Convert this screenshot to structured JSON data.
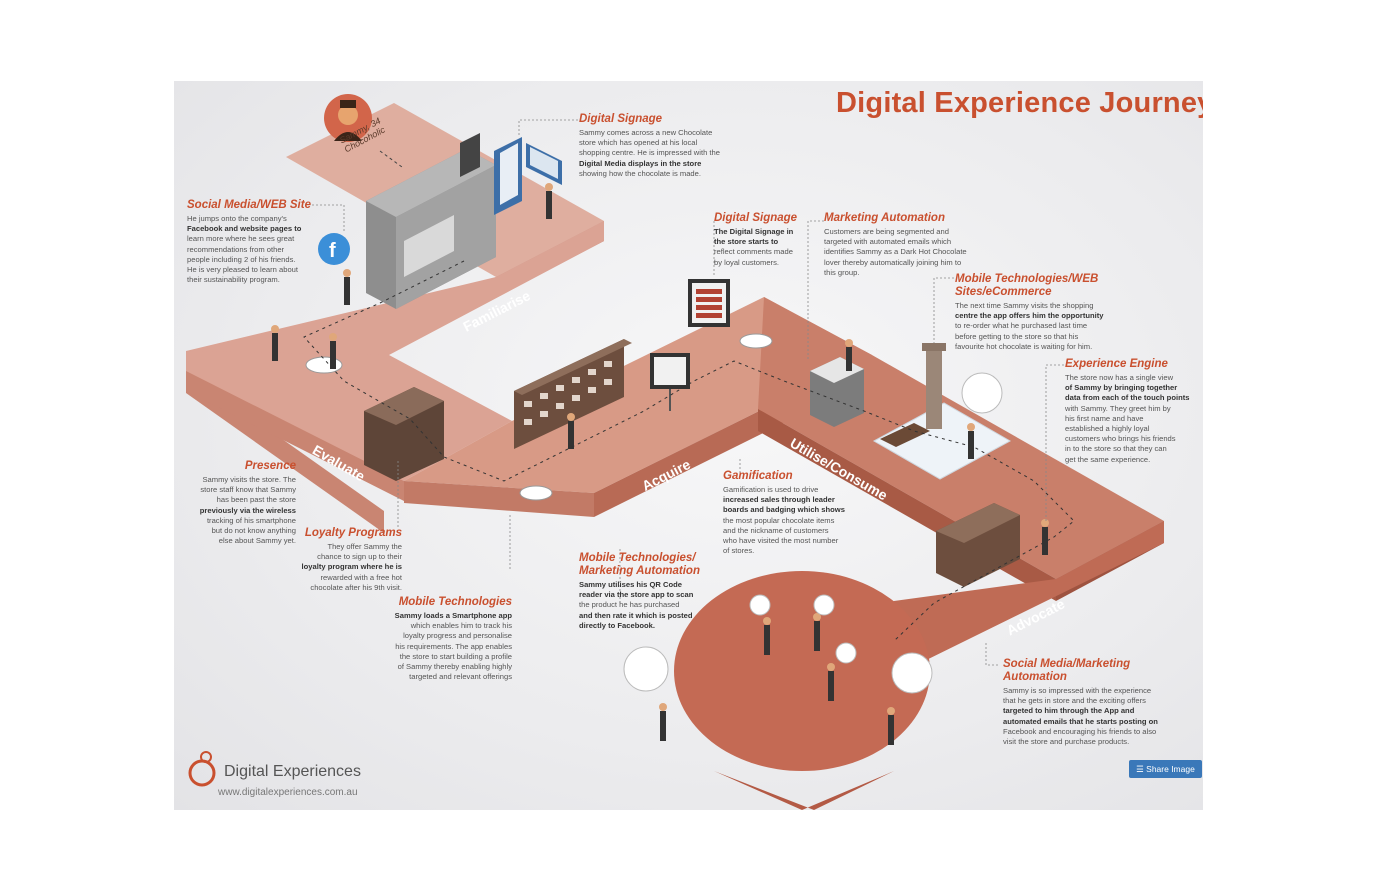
{
  "title": "Digital Experience Journey",
  "persona": {
    "line1": "Sammy, 34",
    "line2": "Chocoholic"
  },
  "stages": [
    "Familiarise",
    "Evaluate",
    "Acquire",
    "Utilise/Consume",
    "Advocate"
  ],
  "callouts": [
    {
      "title": "Digital Signage",
      "body": [
        "Sammy comes across a new Chocolate",
        "store which has opened at his local",
        "shopping centre. He is impressed with the",
        "Digital Media displays in the store",
        "showing how the chocolate is made."
      ]
    },
    {
      "title": "Social Media/WEB Site",
      "body": [
        "He jumps onto the company's",
        "Facebook and website pages to",
        "learn more where he sees great",
        "recommendations from other",
        "people including 2 of his friends.",
        "He is very pleased to learn about",
        "their sustainability program."
      ]
    },
    {
      "title": "Digital Signage",
      "body": [
        "The Digital Signage in",
        "the store starts to",
        "reflect comments made",
        "by loyal customers."
      ]
    },
    {
      "title": "Marketing Automation",
      "body": [
        "Customers are being segmented and",
        "targeted with automated emails which",
        "identifies Sammy as a Dark Hot Chocolate",
        "lover thereby automatically joining him to",
        "this group."
      ]
    },
    {
      "title": "Mobile Technologies/WEB Sites/eCommerce",
      "body": [
        "The next time Sammy visits the shopping",
        "centre the app offers him the opportunity",
        "to re-order what he purchased last time",
        "before getting to the store so that his",
        "favourite hot chocolate is waiting for him."
      ]
    },
    {
      "title": "Experience Engine",
      "body": [
        "The store now has a single view",
        "of Sammy by bringing together",
        "data from each of the touch points",
        "with Sammy. They greet him by",
        "his first name and have",
        "established a highly loyal",
        "customers who brings his friends",
        "in to the store so that they can",
        "get the same experience."
      ]
    },
    {
      "title": "Presence",
      "body": [
        "Sammy visits the store. The",
        "store staff know that Sammy",
        "has been past the store",
        "previously via the wireless",
        "tracking of his smartphone",
        "but do not know anything",
        "else about Sammy yet."
      ]
    },
    {
      "title": "Loyalty Programs",
      "body": [
        "They offer Sammy the",
        "chance to sign up to their",
        "loyalty program where he is",
        "rewarded with a free hot",
        "chocolate after his 9th visit."
      ]
    },
    {
      "title": "Mobile Technologies",
      "body": [
        "Sammy loads a Smartphone app",
        "which enables him to track his",
        "loyalty progress and personalise",
        "his requirements. The app enables",
        "the store to start building a profile",
        "of Sammy thereby enabling highly",
        "targeted and relevant offerings"
      ]
    },
    {
      "title": "Gamification",
      "body": [
        "Gamification is used to drive",
        "increased sales through leader",
        "boards and badging which shows",
        "the most popular chocolate items",
        "and the nickname of customers",
        "who have visited the most number",
        "of stores."
      ]
    },
    {
      "title": "Mobile Technologies/ Marketing Automation",
      "body": [
        "Sammy utilises his QR Code",
        "reader via the store app to scan",
        "the product he has purchased",
        "and then rate it which is posted",
        "directly to Facebook."
      ]
    },
    {
      "title": "Social Media/Marketing Automation",
      "body": [
        "Sammy is so impressed with the experience",
        "that he gets in store and the exciting offers",
        "targeted to him through the App and",
        "automated emails that he starts posting on",
        "Facebook and encouraging his friends to also",
        "visit the store and purchase products."
      ]
    }
  ],
  "logo": {
    "name": "Digital Experiences",
    "url": "www.digitalexperiences.com.au"
  },
  "share_label": "Share Image",
  "colors": {
    "accent": "#c9502f",
    "path_top": "#dba394",
    "path_side": "#c98572",
    "path_dark": "#b55a45",
    "share": "#3a78b9"
  }
}
